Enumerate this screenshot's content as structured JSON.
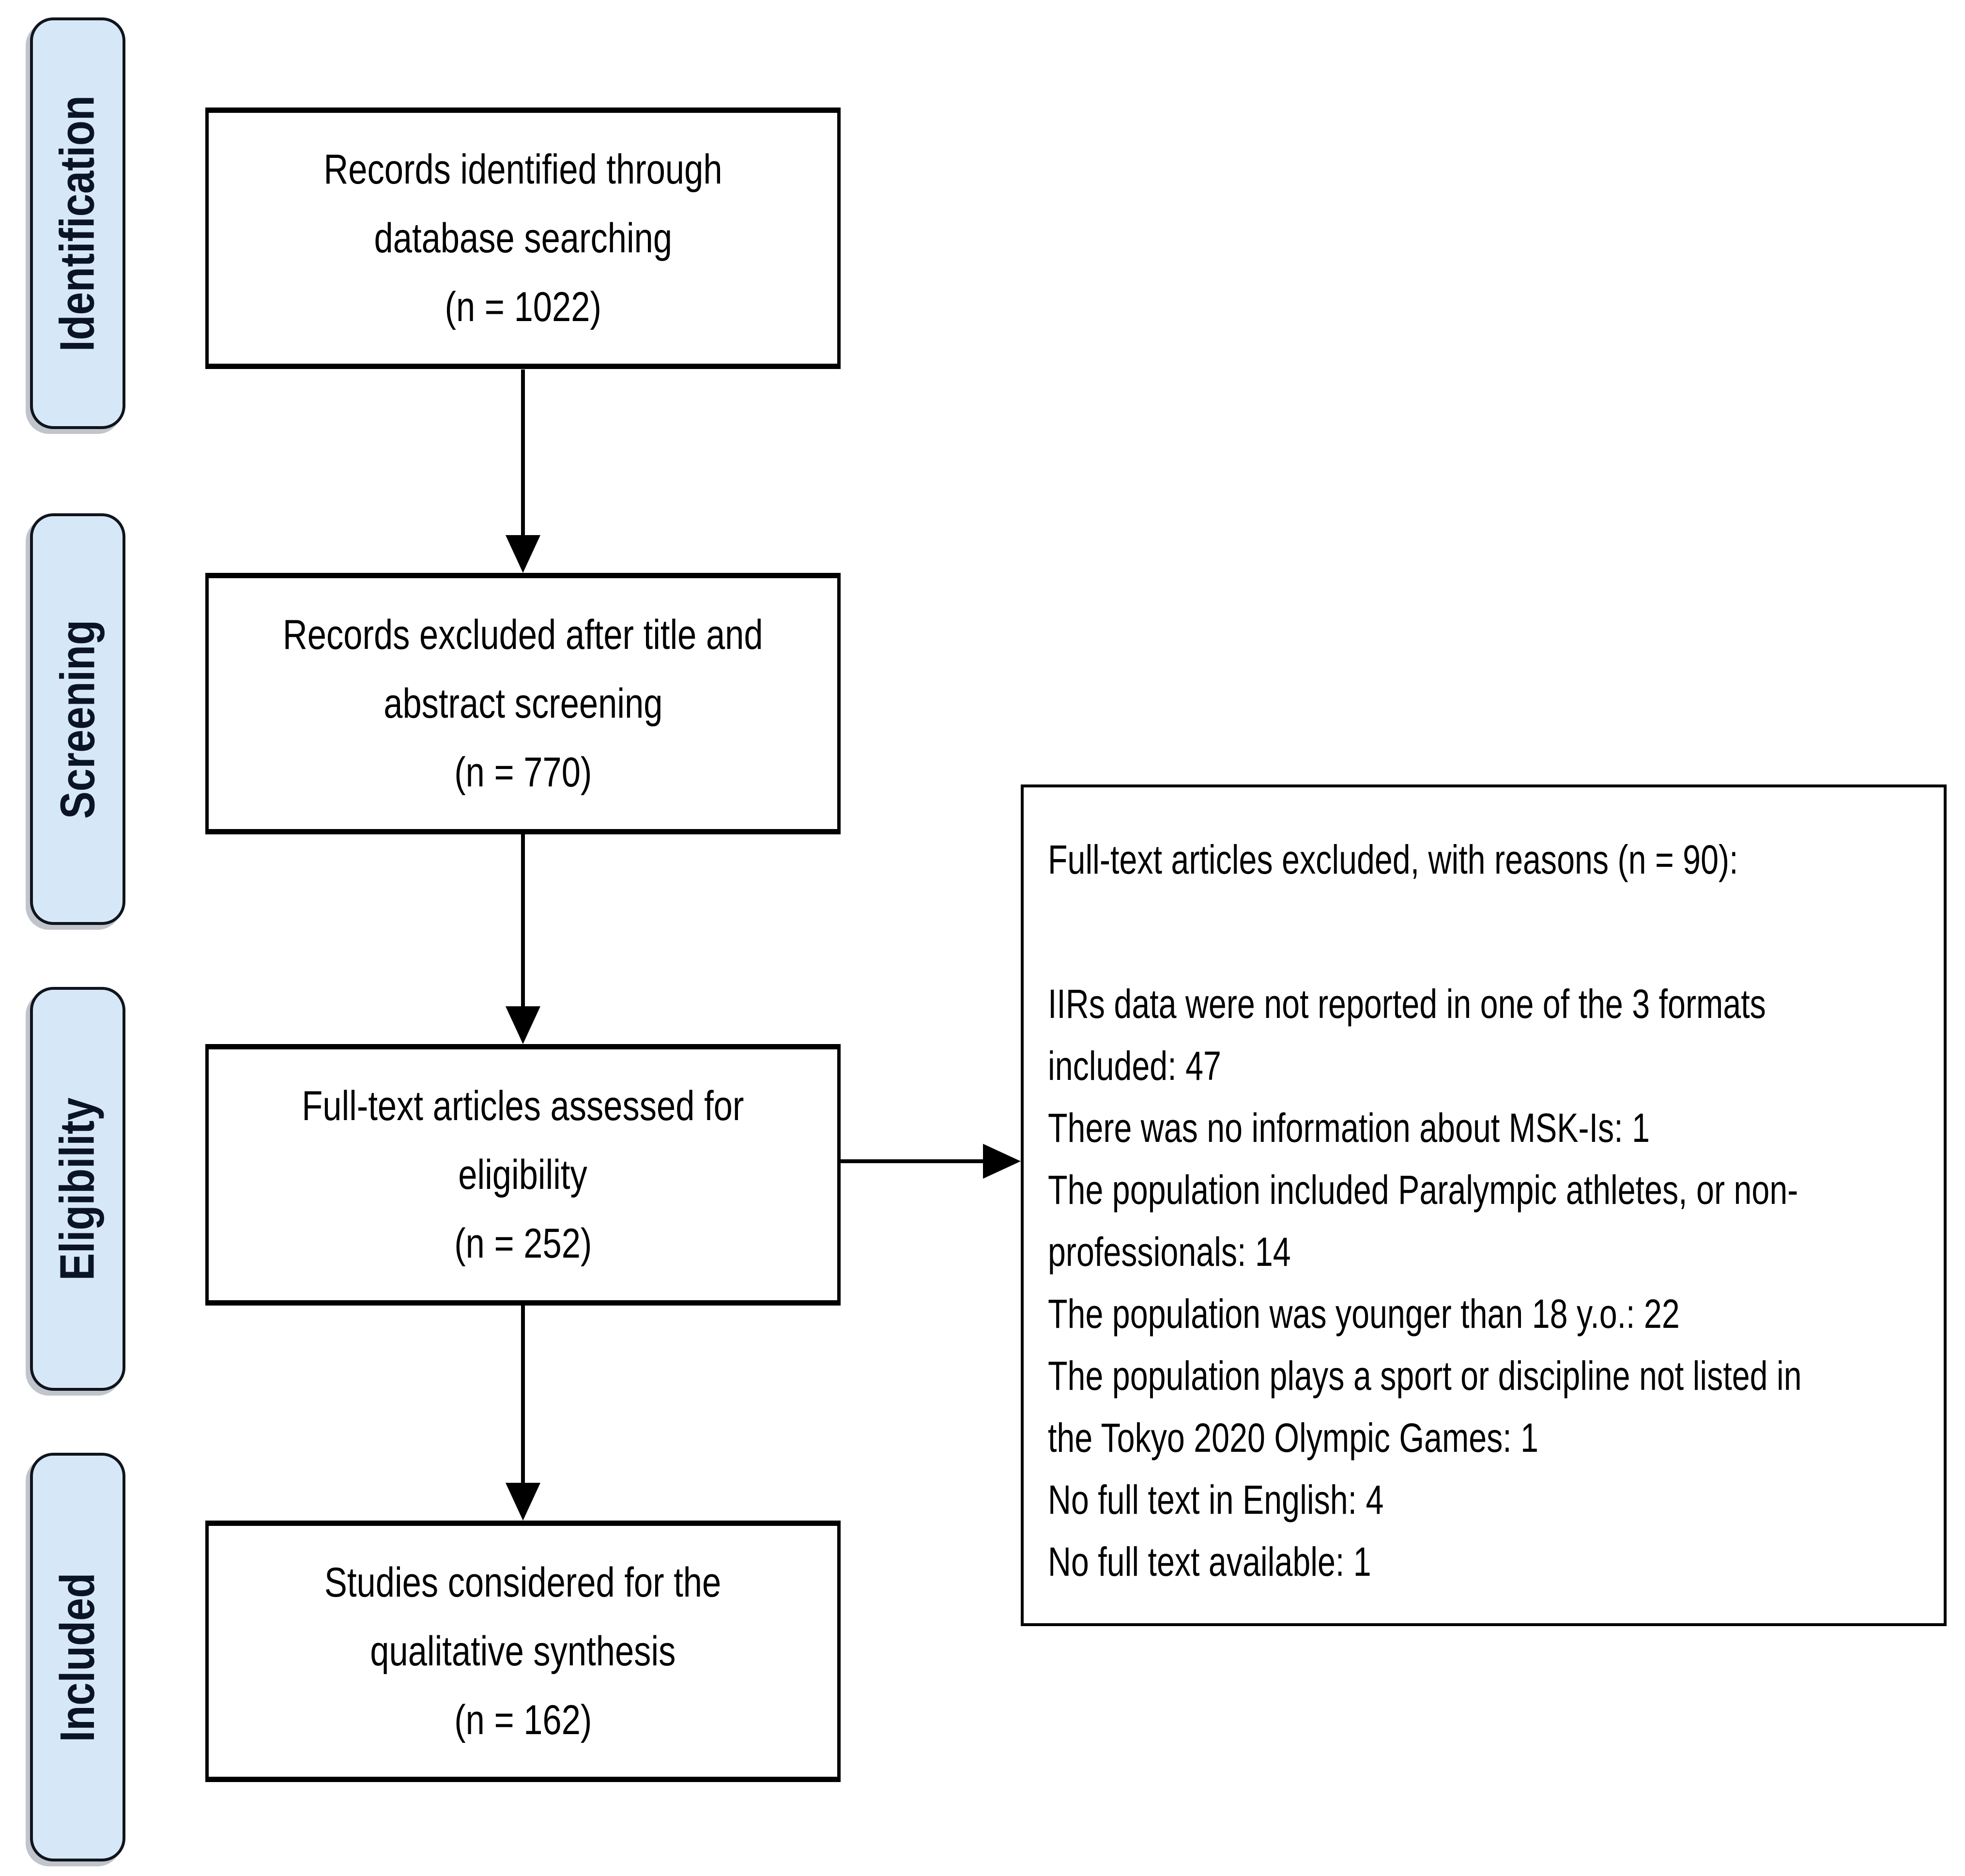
{
  "diagram": {
    "type": "prisma-flow",
    "stages": [
      {
        "label": "Identification"
      },
      {
        "label": "Screening"
      },
      {
        "label": "Eligibility"
      },
      {
        "label": "Included"
      }
    ],
    "flow_boxes": [
      {
        "id": "records-identified",
        "lines": [
          "Records identified through",
          "database searching",
          "(n = 1022)"
        ]
      },
      {
        "id": "records-excluded",
        "lines": [
          "Records excluded after title and",
          "abstract screening",
          "(n = 770)"
        ]
      },
      {
        "id": "fulltext-assessed",
        "lines": [
          "Full-text articles assessed for",
          "eligibility",
          "(n = 252)"
        ]
      },
      {
        "id": "studies-considered",
        "lines": [
          "Studies considered for the",
          "qualitative synthesis",
          "(n = 162)"
        ]
      }
    ],
    "exclusion_box": {
      "title": "Full-text articles excluded, with reasons (n = 90):",
      "lines": [
        "Full-text articles excluded, with reasons (n = 90):",
        "",
        "IIRs data were not reported in one of the 3 formats",
        "included: 47",
        "There was no information about MSK-Is: 1",
        "The population included Paralympic athletes, or non-",
        "professionals: 14",
        "The population was younger than 18 y.o.: 22",
        "The population plays a sport or discipline not listed in",
        "the Tokyo 2020 Olympic Games: 1",
        "No full text in English: 4",
        "No full text available: 1"
      ]
    },
    "colors": {
      "stage_fill": "#d6e8f8",
      "stage_border": "#10151d",
      "stage_text": "#0a1424",
      "box_border": "#000000",
      "arrow": "#000000"
    }
  }
}
